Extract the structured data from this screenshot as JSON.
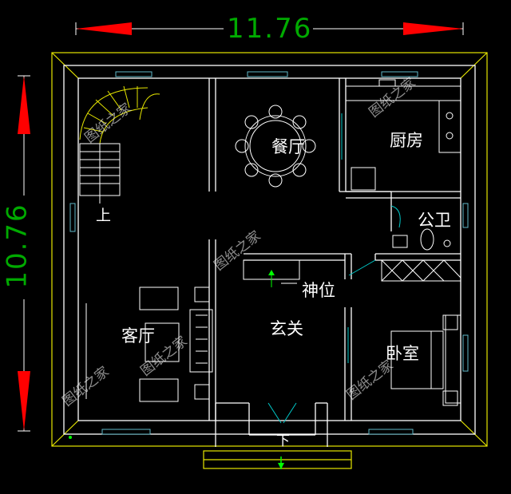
{
  "dimensions": {
    "width": "11.76",
    "height": "10.76"
  },
  "rooms": {
    "dining": "餐厅",
    "kitchen": "厨房",
    "bathroom": "公卫",
    "shrine": "神位",
    "entry_hall": "玄关",
    "living": "客厅",
    "bedroom": "卧室",
    "stair_up": "上",
    "entry_down": "下"
  },
  "watermark": "图纸之家",
  "colors": {
    "wall": "#ffffff",
    "outline": "#e6e600",
    "dimension_text": "#00aa00",
    "arrow": "#ff0000",
    "window": "#5fb8c8",
    "door": "#00c8c8"
  }
}
